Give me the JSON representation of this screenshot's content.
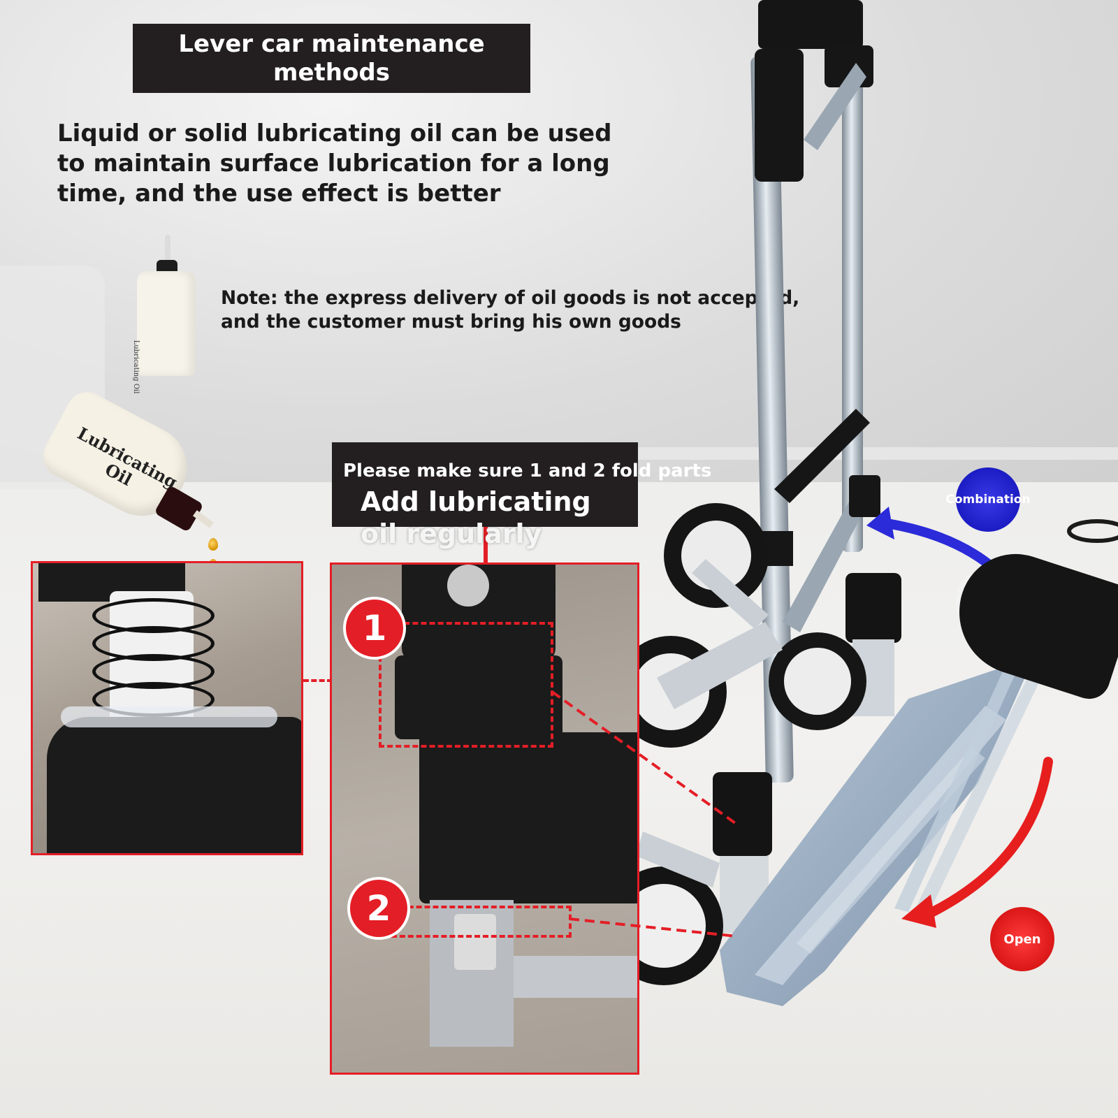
{
  "heading": {
    "title": "Lever car maintenance methods"
  },
  "intro_text": "Liquid or solid lubricating oil can be used to maintain surface lubrication for a long time, and the use effect is better",
  "note_text": "Note: the express delivery of oil goods is not accepted, and the customer must bring his own goods",
  "bottles": {
    "small_label": "Lubricating Oil",
    "large_label": "Lubricating Oil"
  },
  "callout": {
    "line1": "Please make sure 1 and 2 fold parts",
    "line2": "Add lubricating",
    "line3": "oil regularly"
  },
  "markers": {
    "first": "1",
    "second": "2"
  },
  "actions": {
    "combination_label": "Combination",
    "open_label": "Open",
    "combination_color": "#2b2bd9",
    "open_color": "#e61e1e"
  },
  "colors": {
    "accent_red": "#e41e26",
    "dark_box": "#231f20"
  }
}
